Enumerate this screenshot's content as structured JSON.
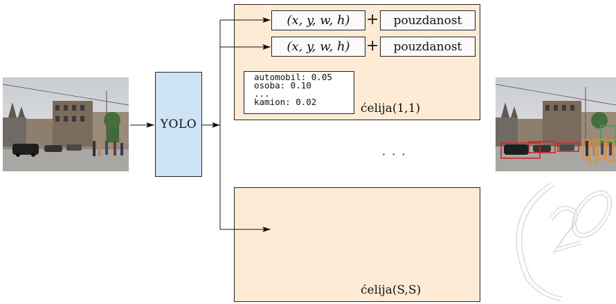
{
  "yolo": {
    "label": "YOLO"
  },
  "cell_top": {
    "boxes": [
      {
        "bbox_label": "(x, y, w, h)",
        "plus": "+",
        "confidence_label": "pouzdanost"
      },
      {
        "bbox_label": "(x, y, w, h)",
        "plus": "+",
        "confidence_label": "pouzdanost"
      }
    ],
    "class_probs": [
      "automobil: 0.05",
      "osoba: 0.10",
      "...",
      "kamion: 0.02"
    ],
    "label": "ćelija(1,1)"
  },
  "ellipsis": "· · ·",
  "cell_bottom": {
    "label": "ćelija(S,S)"
  },
  "watermark": {
    "text": "(20"
  },
  "colors": {
    "yolo_fill": "#cfe3f7",
    "cell_fill": "#fdebd6",
    "car_box": "#d62020",
    "person_box": "#f08a1c",
    "truck_box": "#2aa84a"
  }
}
